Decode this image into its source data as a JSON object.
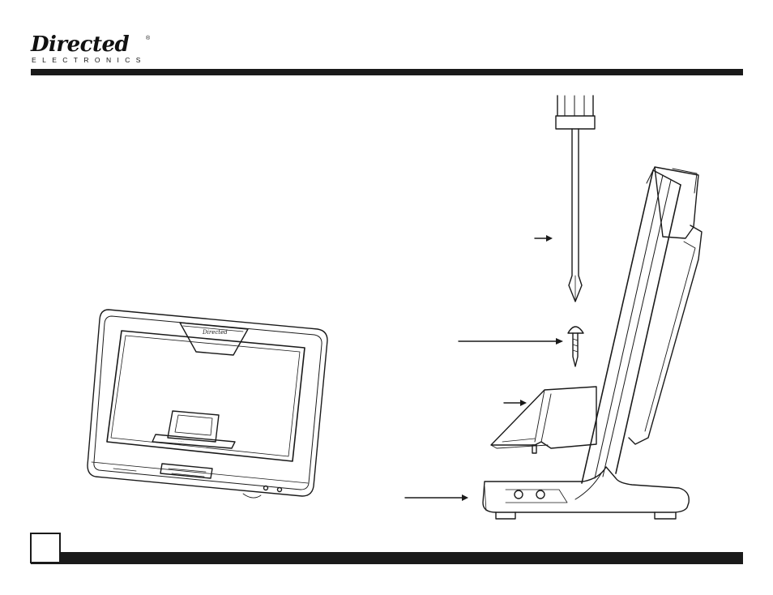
{
  "header": {
    "logo_wordmark": "Directed",
    "logo_registered": "®",
    "logo_subtitle": "ELECTRONICS"
  },
  "footer": {
    "page_number": ""
  },
  "figures": {
    "front_view": {
      "device": "docking-station",
      "orientation": "front-perspective"
    },
    "side_view": {
      "device": "docking-station",
      "orientation": "side-exploded",
      "parts": [
        "screwdriver-icon",
        "screw-icon",
        "dock-bracket",
        "base-unit"
      ],
      "callout_arrows": 4
    }
  },
  "colors": {
    "ink": "#1a1a1a",
    "background": "#ffffff"
  }
}
